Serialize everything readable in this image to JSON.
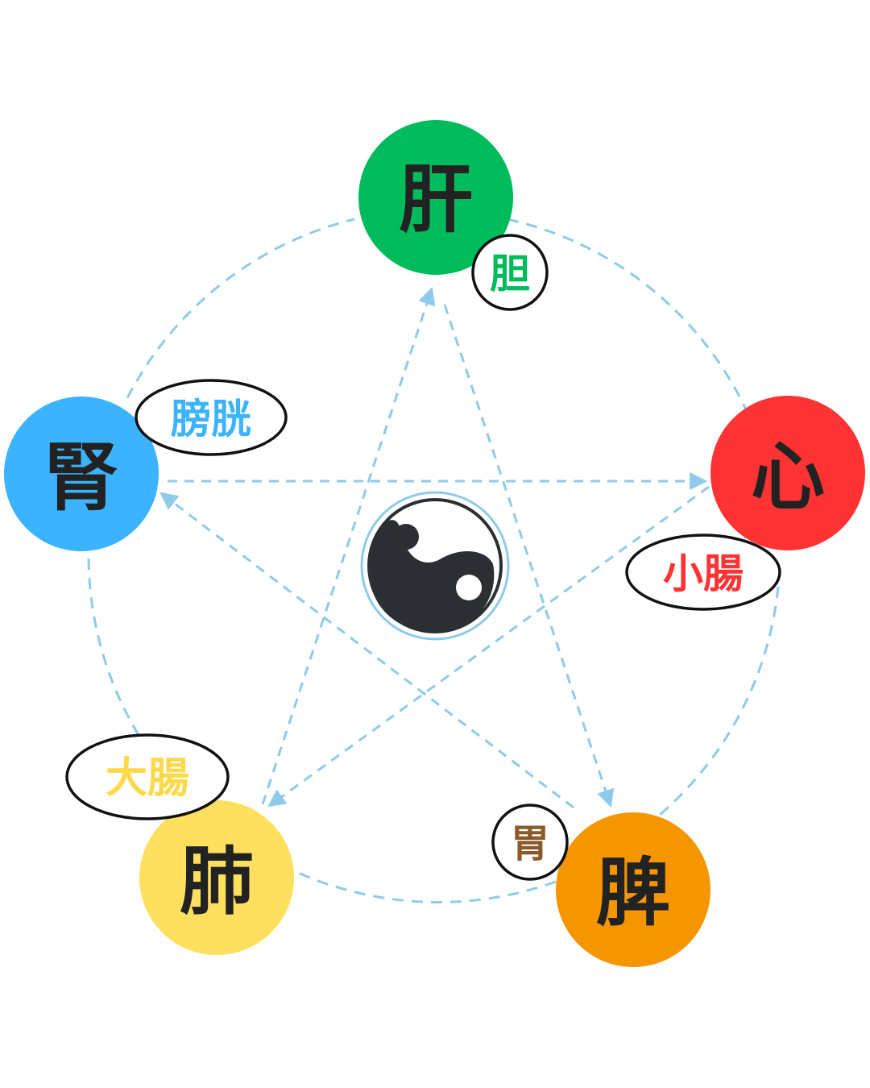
{
  "colors": {
    "line": "#8ecbea",
    "label_dark": "#222222",
    "yin": "#2b2f33",
    "yang": "#ffffff"
  },
  "organs": [
    {
      "key": "liver",
      "label": "肝",
      "color": "#00bb5b"
    },
    {
      "key": "heart",
      "label": "心",
      "color": "#ff3333"
    },
    {
      "key": "spleen",
      "label": "脾",
      "color": "#f59600"
    },
    {
      "key": "lung",
      "label": "肺",
      "color": "#ffe05e"
    },
    {
      "key": "kidney",
      "label": "腎",
      "color": "#3cb3ff"
    }
  ],
  "paired_organs": [
    {
      "key": "gallbladder",
      "label": "胆",
      "color": "#00bb5b"
    },
    {
      "key": "small_intestine",
      "label": "小腸",
      "color": "#ff3333"
    },
    {
      "key": "stomach",
      "label": "胃",
      "color": "#8b5a2b"
    },
    {
      "key": "large_intestine",
      "label": "大腸",
      "color": "#ffd94a"
    },
    {
      "key": "bladder",
      "label": "膀胱",
      "color": "#3cb3ff"
    }
  ],
  "center_icon": "yin-yang-icon"
}
